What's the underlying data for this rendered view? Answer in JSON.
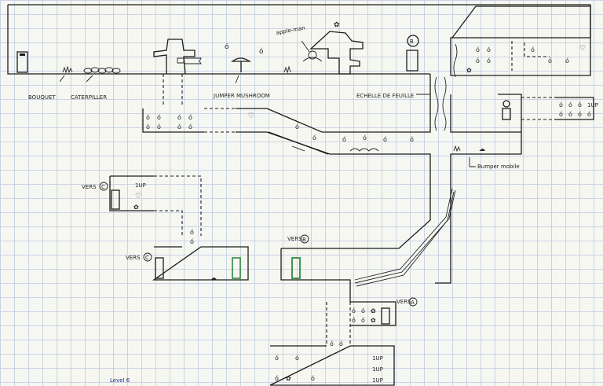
{
  "labels": {
    "bouquet": "BOUQUET",
    "caterpillar": "CATERPILLER",
    "jumper_mushroom": "JUMPER MUSHROOM",
    "apple_man": "apple-man",
    "echelle": "ECHELLE DE FEUILLE",
    "bumper": "Bumper mobile",
    "vers_c_left": "VERS",
    "vers_c_mid": "VERS",
    "vers_b": "VERS",
    "vers_a": "VERS",
    "level": "Level 6",
    "door_b": "B",
    "circle_c1": "C",
    "circle_c2": "C",
    "circle_b": "B",
    "circle_a": "A"
  },
  "oneups": [
    "1UP",
    "1UP",
    "1UP",
    "1UP",
    "1UP"
  ],
  "symbols": {
    "apple": "ό",
    "heart": "♡",
    "flower": "✿",
    "shell": "☁"
  },
  "colors": {
    "ink": "#1b1b1b",
    "grid": "#c9d4e3",
    "paper": "#f7f7f2",
    "green_door": "#2d8a3e",
    "blue_ink": "#1a2a8a"
  }
}
